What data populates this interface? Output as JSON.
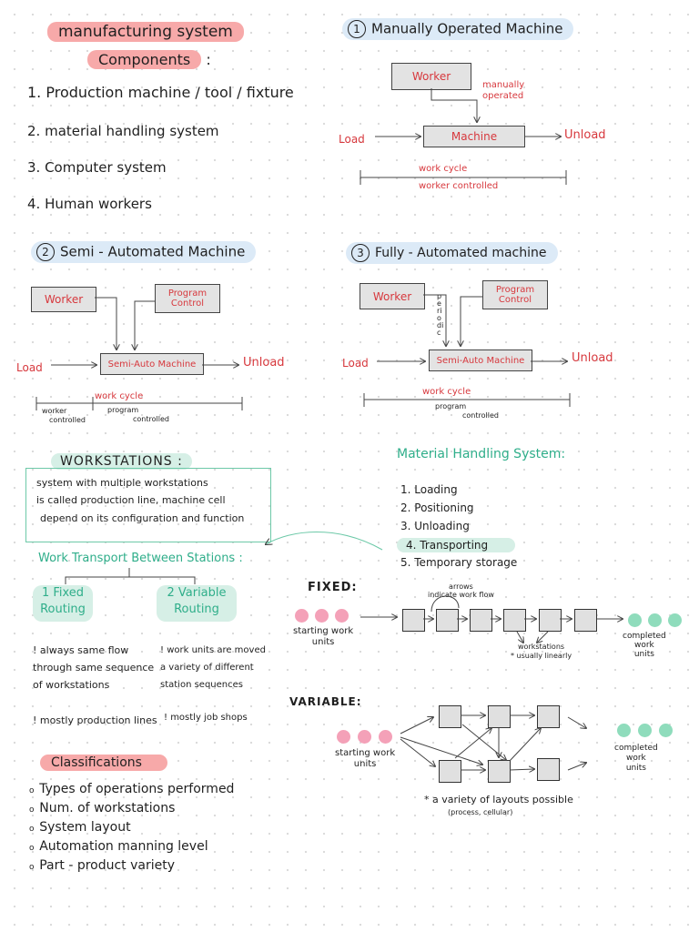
{
  "title": "manufacturing system",
  "components_heading": "Components",
  "components_colon": ":",
  "components": [
    "1. Production machine / tool / fixture",
    "2. material handling system",
    "3. Computer system",
    "4. Human workers"
  ],
  "manual": {
    "number": "1",
    "heading": "Manually Operated Machine",
    "worker": "Worker",
    "note_line1": "manually",
    "note_line2": "operated",
    "load": "Load",
    "machine": "Machine",
    "unload": "Unload",
    "work_cycle": "work cycle",
    "worker_controlled": "worker controlled"
  },
  "semi": {
    "number": "2",
    "heading": "Semi - Automated Machine",
    "worker": "Worker",
    "program_line1": "Program",
    "program_line2": "Control",
    "load": "Load",
    "machine": "Semi-Auto Machine",
    "unload": "Unload",
    "work_cycle": "work cycle",
    "worker_line1": "worker",
    "worker_line2": "controlled",
    "program_ctl_line1": "program",
    "program_ctl_line2": "controlled"
  },
  "fully": {
    "number": "3",
    "heading": "Fully - Automated machine",
    "worker": "Worker",
    "periodic": "periodic",
    "program_line1": "Program",
    "program_line2": "Control",
    "load": "Load",
    "machine": "Semi-Auto Machine",
    "unload": "Unload",
    "work_cycle": "work cycle",
    "program_ctl_line1": "program",
    "program_ctl_line2": "controlled"
  },
  "workstations": {
    "heading": "WORKSTATIONS :",
    "line1": "system with multiple workstations",
    "line2": "is called production line, machine cell",
    "line3": "depend on its configuration and function"
  },
  "material_handling": {
    "heading": "Material Handling System:",
    "items": [
      "1. Loading",
      "2. Positioning",
      "3. Unloading",
      "4. Transporting",
      "5. Temporary storage"
    ]
  },
  "transport": {
    "heading_part1": "Work Transport",
    "heading_part2": "Between Stations :",
    "fixed_line1": "1 Fixed",
    "fixed_line2": "Routing",
    "variable_line1": "2 Variable",
    "variable_line2": "Routing",
    "fixed_desc": [
      "always same flow",
      "through same sequence",
      "of workstations"
    ],
    "variable_desc": [
      "work units are moved",
      "a variety of different",
      "station sequences"
    ],
    "fixed_example": "mostly production lines",
    "variable_example": "mostly job shops"
  },
  "fixed_diagram": {
    "label": "FIXED:",
    "arrows_note_line1": "arrows",
    "arrows_note_line2": "indicate work flow",
    "starting_line1": "starting work",
    "starting_line2": "units",
    "workstations_line1": "workstations",
    "workstations_line2": "* usually linearly",
    "completed_line1": "completed",
    "completed_line2": "work",
    "completed_line3": "units"
  },
  "variable_diagram": {
    "label": "VARIABLE:",
    "starting_line1": "starting work",
    "starting_line2": "units",
    "completed_line1": "completed",
    "completed_line2": "work",
    "completed_line3": "units",
    "note_line1": "* a variety of layouts possible",
    "note_line2": "(process, cellular)"
  },
  "classifications": {
    "heading": "Classifications",
    "items": [
      "Types of operations performed",
      "Num. of workstations",
      "System layout",
      "Automation manning level",
      "Part - product variety"
    ]
  },
  "colors": {
    "red_highlight": "#f7a9a9",
    "blue_highlight": "#dceaf7",
    "teal_highlight": "#d6efe6",
    "red_ink": "#d7383d",
    "teal_ink": "#2fae8a",
    "pink_dot": "#f4a1b8",
    "mint_dot": "#8fdcbc"
  }
}
